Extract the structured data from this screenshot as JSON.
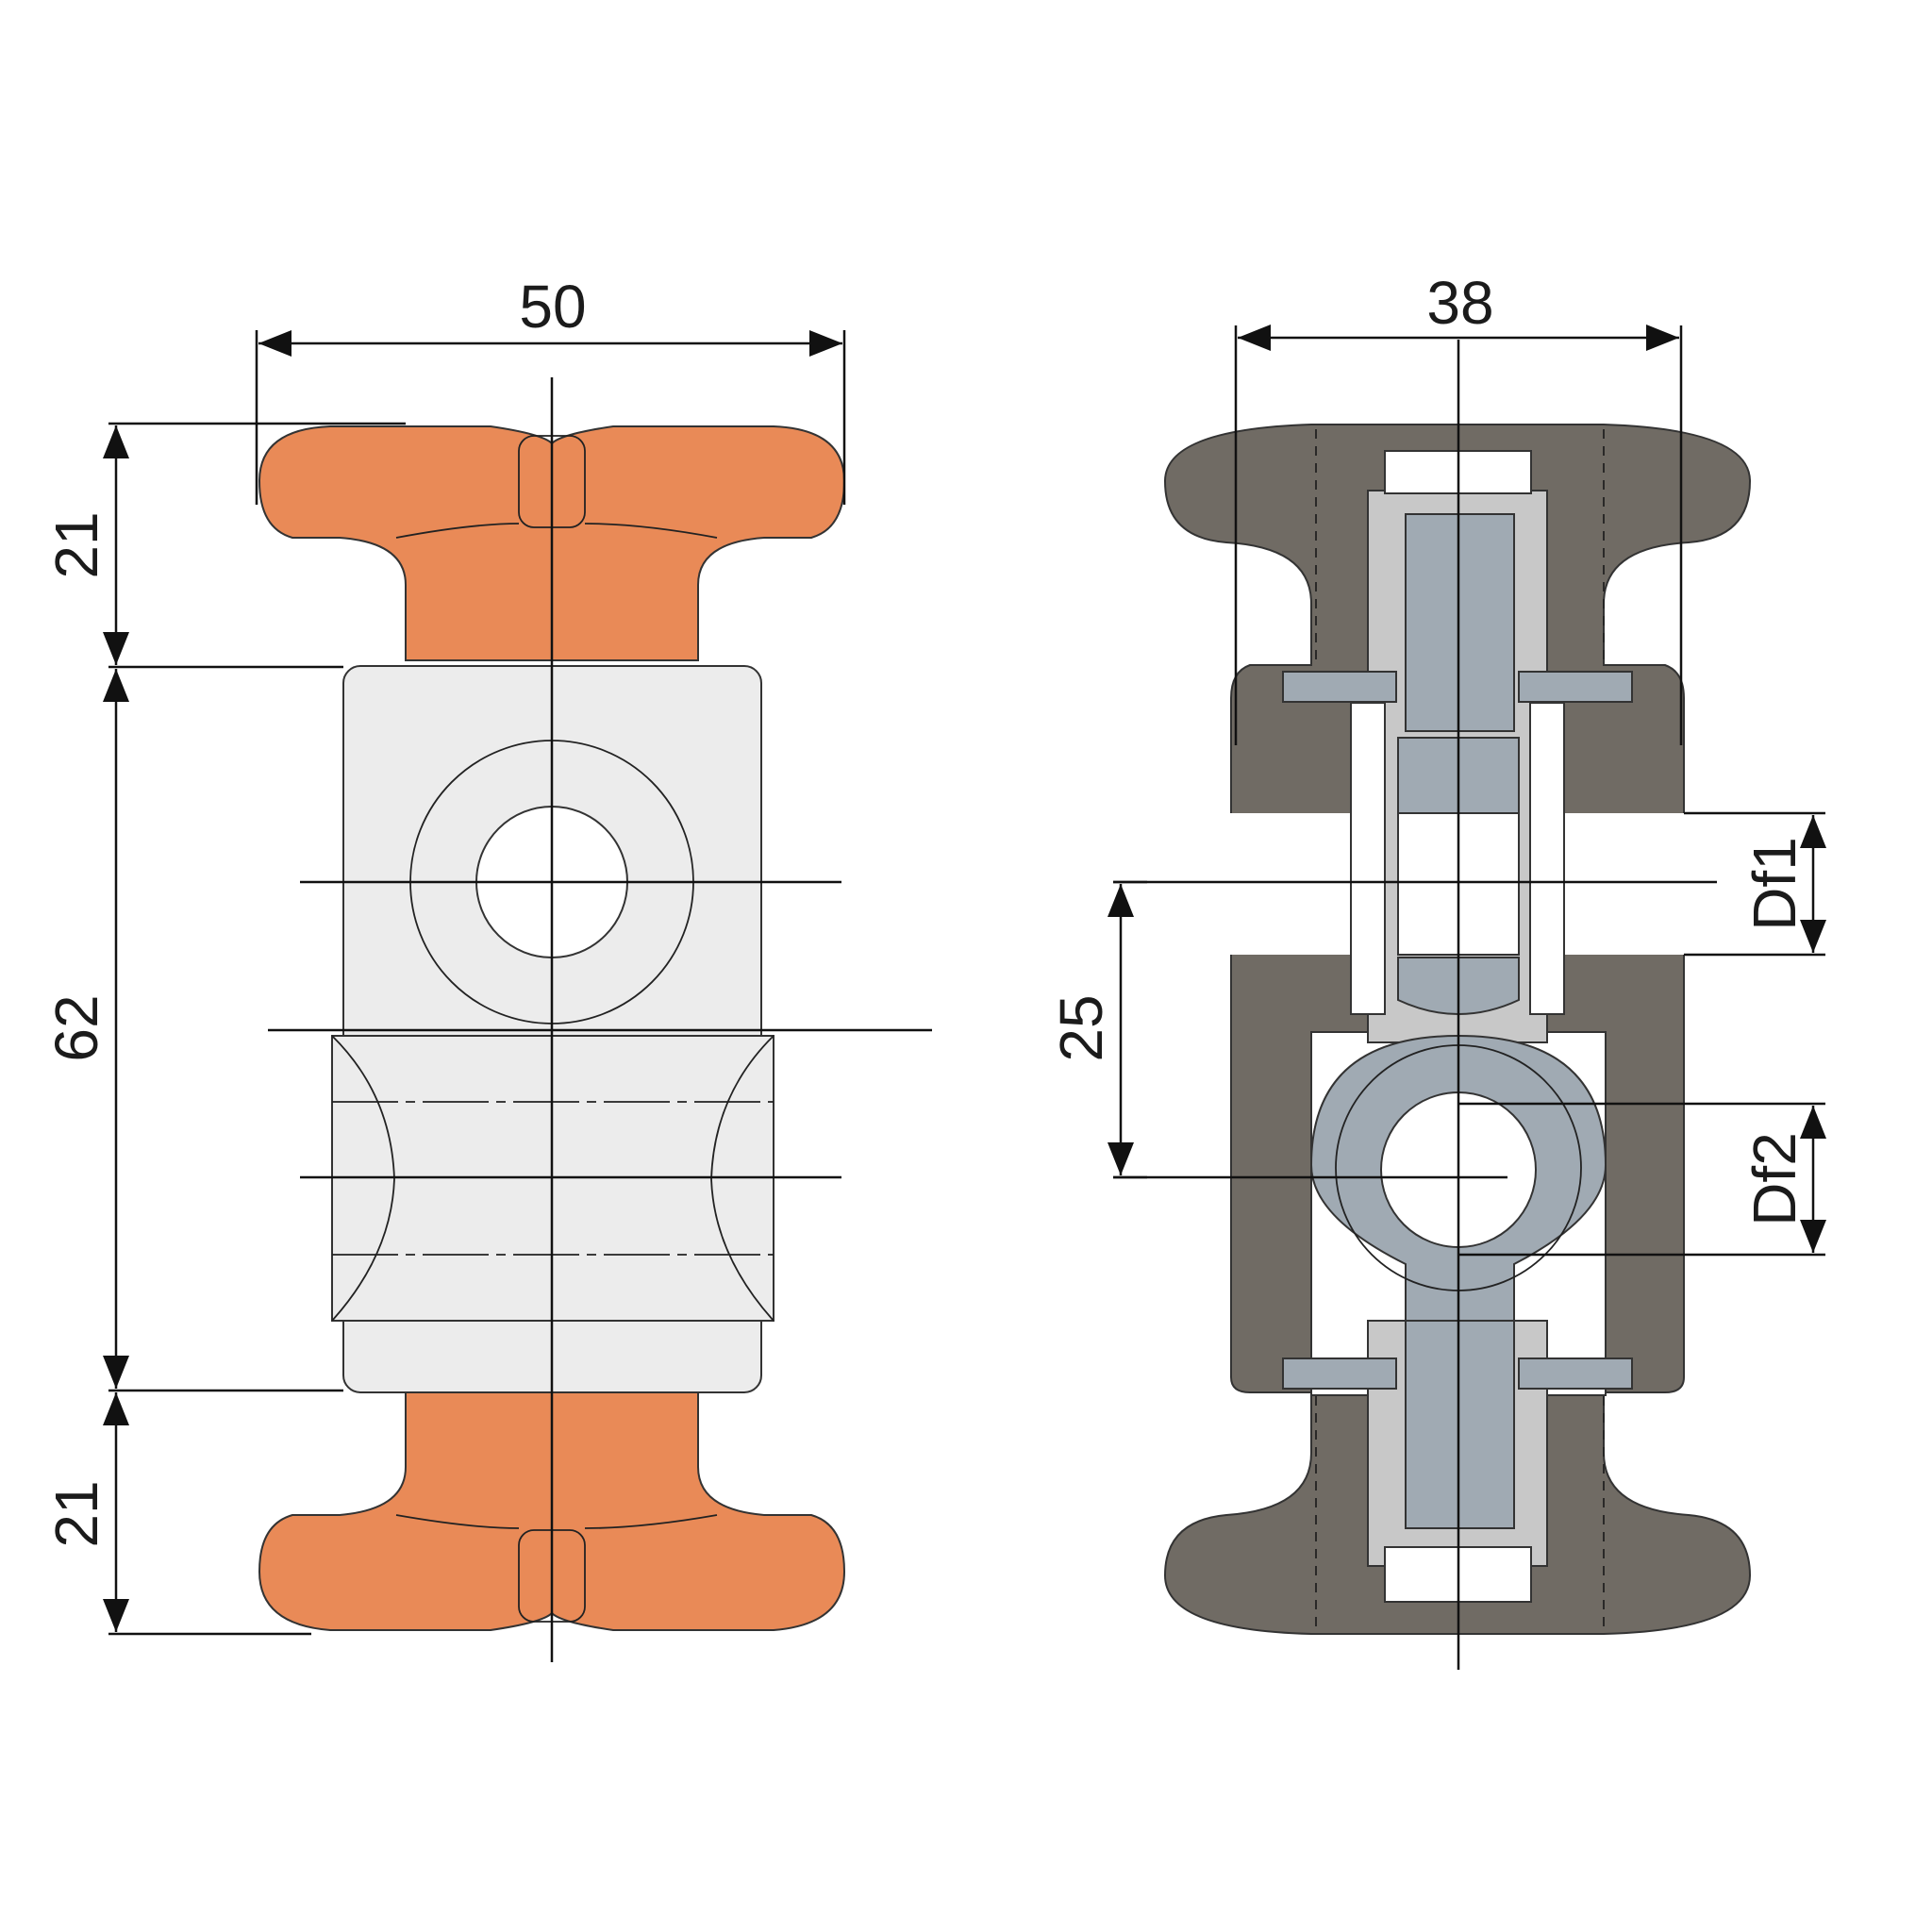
{
  "dimensions": {
    "left_width": "50",
    "left_top_height": "21",
    "left_middle_height": "62",
    "left_bottom_height": "21",
    "right_width": "38",
    "right_center_distance": "25",
    "right_df1": "Df1",
    "right_df2": "Df2"
  },
  "colors": {
    "handle": "#e98a57",
    "body_light": "#ececec",
    "housing_dark": "#706b64",
    "steel": "#a0aab3",
    "steel_light": "#c8c8c8",
    "background": "#ffffff"
  }
}
